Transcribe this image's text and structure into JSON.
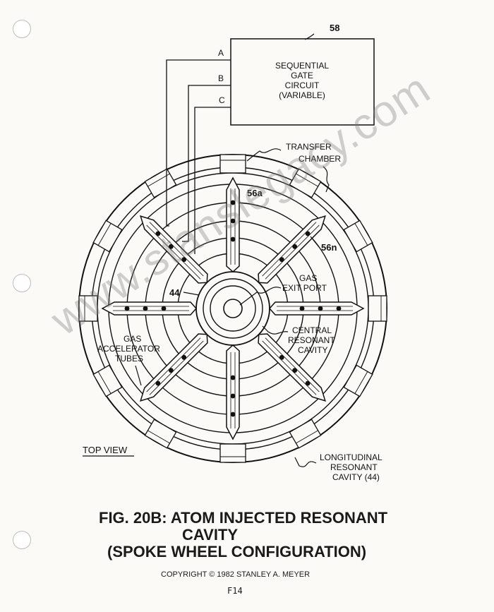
{
  "gate_circuit": {
    "ref": "58",
    "lines": [
      "SEQUENTIAL",
      "GATE",
      "CIRCUIT",
      "(VARIABLE)"
    ],
    "outputs": [
      "A",
      "B",
      "C"
    ]
  },
  "labels": {
    "transfer_chamber": [
      "TRANSFER",
      "CHAMBER"
    ],
    "tube_56a": "56a",
    "tube_56n": "56n",
    "ref_44": "44",
    "gas_exit_port": [
      "GAS",
      "EXIT PORT"
    ],
    "central_resonant_cavity": [
      "CENTRAL",
      "RESONANT",
      "CAVITY"
    ],
    "gas_accelerator_tubes": [
      "GAS",
      "ACCELERATOR",
      "TUBES"
    ],
    "top_view": "TOP VIEW",
    "longitudinal_resonant_cavity": [
      "LONGITUDINAL",
      "RESONANT",
      "CAVITY (44)"
    ]
  },
  "caption": {
    "line1": "FIG. 20B: ATOM INJECTED RESONANT",
    "line2": "CAVITY",
    "line3": "(SPOKE WHEEL CONFIGURATION)"
  },
  "copyright": "COPYRIGHT © 1982 STANLEY A. MEYER",
  "page_number": "F14",
  "watermark": "www.stanslegacy.com"
}
